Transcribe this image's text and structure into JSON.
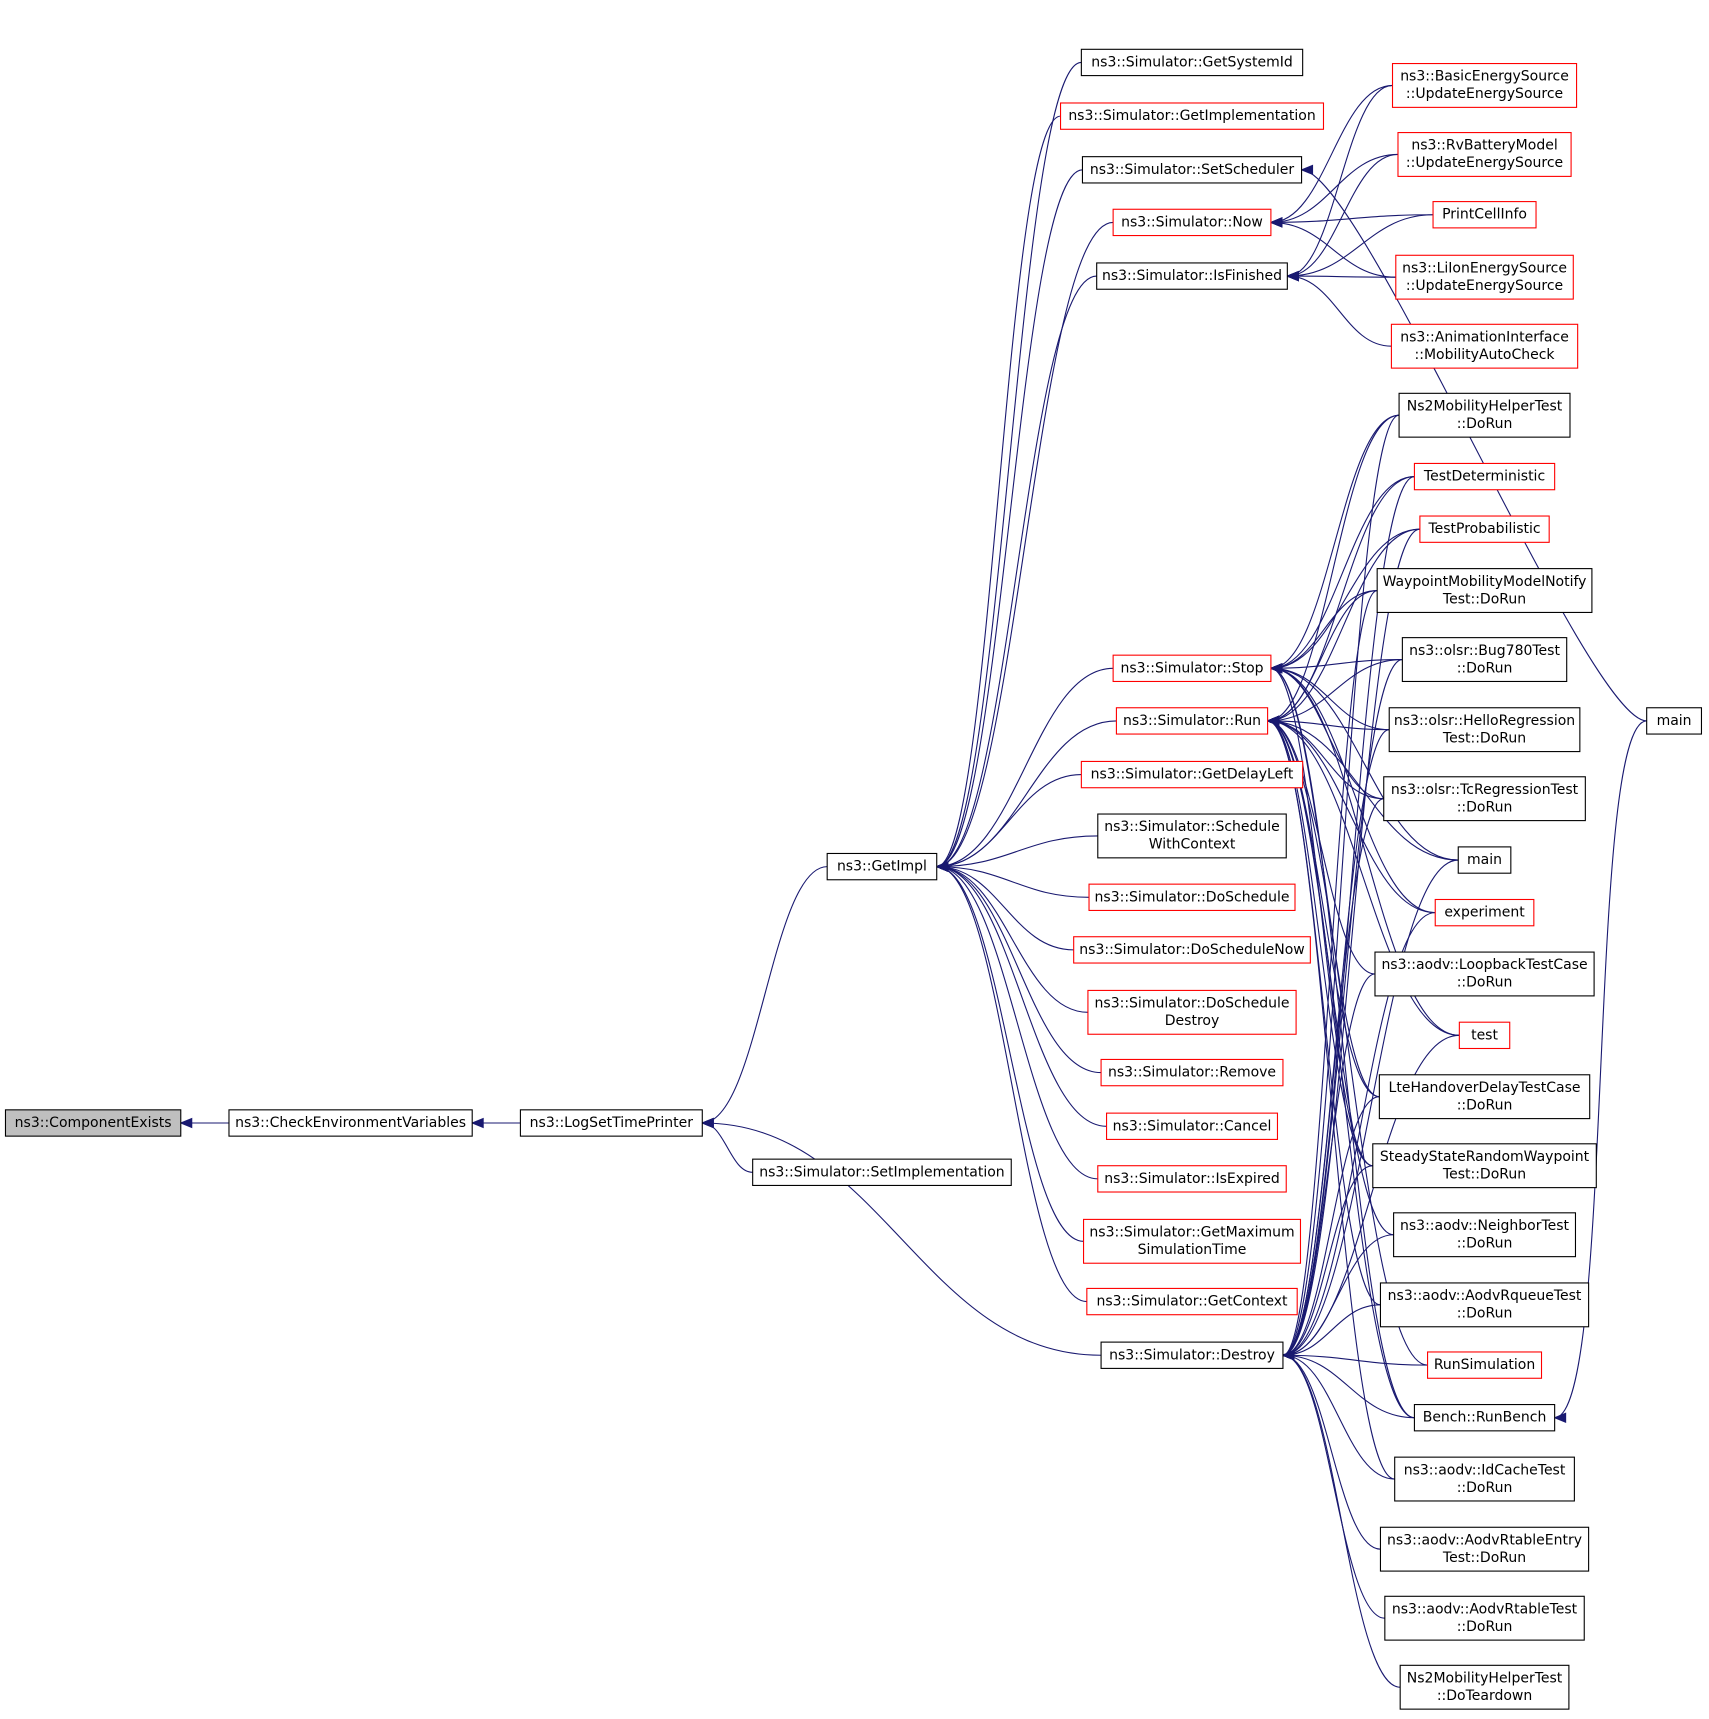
{
  "colors": {
    "edge": "#191970",
    "node_border_normal": "#000000",
    "node_border_highlight": "#ff0000",
    "root_fill": "#bfbfbf",
    "node_fill": "#ffffff"
  },
  "nodes": [
    {
      "id": "componentExists",
      "lines": [
        "ns3::ComponentExists"
      ],
      "style": "root"
    },
    {
      "id": "checkEnv",
      "lines": [
        "ns3::CheckEnvironmentVariables"
      ],
      "style": "normal"
    },
    {
      "id": "logSet",
      "lines": [
        "ns3::LogSetTimePrinter"
      ],
      "style": "normal"
    },
    {
      "id": "getImpl",
      "lines": [
        "ns3::GetImpl"
      ],
      "style": "normal"
    },
    {
      "id": "setImpl",
      "lines": [
        "ns3::Simulator::SetImplementation"
      ],
      "style": "normal"
    },
    {
      "id": "getSystemId",
      "lines": [
        "ns3::Simulator::GetSystemId"
      ],
      "style": "normal"
    },
    {
      "id": "getImplementation",
      "lines": [
        "ns3::Simulator::GetImplementation"
      ],
      "style": "red"
    },
    {
      "id": "setScheduler",
      "lines": [
        "ns3::Simulator::SetScheduler"
      ],
      "style": "normal"
    },
    {
      "id": "now",
      "lines": [
        "ns3::Simulator::Now"
      ],
      "style": "red"
    },
    {
      "id": "isFinished",
      "lines": [
        "ns3::Simulator::IsFinished"
      ],
      "style": "normal"
    },
    {
      "id": "stop",
      "lines": [
        "ns3::Simulator::Stop"
      ],
      "style": "red"
    },
    {
      "id": "run",
      "lines": [
        "ns3::Simulator::Run"
      ],
      "style": "red"
    },
    {
      "id": "getDelayLeft",
      "lines": [
        "ns3::Simulator::GetDelayLeft"
      ],
      "style": "red"
    },
    {
      "id": "scheduleWithContext",
      "lines": [
        "ns3::Simulator::Schedule",
        "WithContext"
      ],
      "style": "normal"
    },
    {
      "id": "doSchedule",
      "lines": [
        "ns3::Simulator::DoSchedule"
      ],
      "style": "red"
    },
    {
      "id": "doScheduleNow",
      "lines": [
        "ns3::Simulator::DoScheduleNow"
      ],
      "style": "red"
    },
    {
      "id": "doScheduleDestroy",
      "lines": [
        "ns3::Simulator::DoSchedule",
        "Destroy"
      ],
      "style": "red"
    },
    {
      "id": "remove",
      "lines": [
        "ns3::Simulator::Remove"
      ],
      "style": "red"
    },
    {
      "id": "cancel",
      "lines": [
        "ns3::Simulator::Cancel"
      ],
      "style": "red"
    },
    {
      "id": "isExpired",
      "lines": [
        "ns3::Simulator::IsExpired"
      ],
      "style": "red"
    },
    {
      "id": "getMaxSimTime",
      "lines": [
        "ns3::Simulator::GetMaximum",
        "SimulationTime"
      ],
      "style": "red"
    },
    {
      "id": "getContext",
      "lines": [
        "ns3::Simulator::GetContext"
      ],
      "style": "red"
    },
    {
      "id": "destroy",
      "lines": [
        "ns3::Simulator::Destroy"
      ],
      "style": "normal"
    },
    {
      "id": "basicEnergy",
      "lines": [
        "ns3::BasicEnergySource",
        "::UpdateEnergySource"
      ],
      "style": "red"
    },
    {
      "id": "rvBattery",
      "lines": [
        "ns3::RvBatteryModel",
        "::UpdateEnergySource"
      ],
      "style": "red"
    },
    {
      "id": "printCellInfo",
      "lines": [
        "PrintCellInfo"
      ],
      "style": "red"
    },
    {
      "id": "liIon",
      "lines": [
        "ns3::LiIonEnergySource",
        "::UpdateEnergySource"
      ],
      "style": "red"
    },
    {
      "id": "animMobility",
      "lines": [
        "ns3::AnimationInterface",
        "::MobilityAutoCheck"
      ],
      "style": "red"
    },
    {
      "id": "ns2MobDoRun",
      "lines": [
        "Ns2MobilityHelperTest",
        "::DoRun"
      ],
      "style": "normal"
    },
    {
      "id": "testDet",
      "lines": [
        "TestDeterministic"
      ],
      "style": "red"
    },
    {
      "id": "testProb",
      "lines": [
        "TestProbabilistic"
      ],
      "style": "red"
    },
    {
      "id": "waypointNotify",
      "lines": [
        "WaypointMobilityModelNotify",
        "Test::DoRun"
      ],
      "style": "normal"
    },
    {
      "id": "bug780",
      "lines": [
        "ns3::olsr::Bug780Test",
        "::DoRun"
      ],
      "style": "normal"
    },
    {
      "id": "helloReg",
      "lines": [
        "ns3::olsr::HelloRegression",
        "Test::DoRun"
      ],
      "style": "normal"
    },
    {
      "id": "tcReg",
      "lines": [
        "ns3::olsr::TcRegressionTest",
        "::DoRun"
      ],
      "style": "normal"
    },
    {
      "id": "main1",
      "lines": [
        "main"
      ],
      "style": "normal"
    },
    {
      "id": "experiment",
      "lines": [
        "experiment"
      ],
      "style": "red"
    },
    {
      "id": "loopback",
      "lines": [
        "ns3::aodv::LoopbackTestCase",
        "::DoRun"
      ],
      "style": "normal"
    },
    {
      "id": "test",
      "lines": [
        "test"
      ],
      "style": "red"
    },
    {
      "id": "lteHandover",
      "lines": [
        "LteHandoverDelayTestCase",
        "::DoRun"
      ],
      "style": "normal"
    },
    {
      "id": "steadyState",
      "lines": [
        "SteadyStateRandomWaypoint",
        "Test::DoRun"
      ],
      "style": "normal"
    },
    {
      "id": "neighborTest",
      "lines": [
        "ns3::aodv::NeighborTest",
        "::DoRun"
      ],
      "style": "normal"
    },
    {
      "id": "rqueueTest",
      "lines": [
        "ns3::aodv::AodvRqueueTest",
        "::DoRun"
      ],
      "style": "normal"
    },
    {
      "id": "runSimulation",
      "lines": [
        "RunSimulation"
      ],
      "style": "red"
    },
    {
      "id": "benchRun",
      "lines": [
        "Bench::RunBench"
      ],
      "style": "normal"
    },
    {
      "id": "idCache",
      "lines": [
        "ns3::aodv::IdCacheTest",
        "::DoRun"
      ],
      "style": "normal"
    },
    {
      "id": "rtableEntry",
      "lines": [
        "ns3::aodv::AodvRtableEntry",
        "Test::DoRun"
      ],
      "style": "normal"
    },
    {
      "id": "rtableTest",
      "lines": [
        "ns3::aodv::AodvRtableTest",
        "::DoRun"
      ],
      "style": "normal"
    },
    {
      "id": "ns2MobTeardown",
      "lines": [
        "Ns2MobilityHelperTest",
        "::DoTeardown"
      ],
      "style": "normal"
    },
    {
      "id": "main2",
      "lines": [
        "main"
      ],
      "style": "normal"
    }
  ],
  "edges": [
    [
      "componentExists",
      "checkEnv"
    ],
    [
      "checkEnv",
      "logSet"
    ],
    [
      "logSet",
      "getImpl"
    ],
    [
      "logSet",
      "setImpl"
    ],
    [
      "logSet",
      "destroy"
    ],
    [
      "getImpl",
      "getSystemId"
    ],
    [
      "getImpl",
      "getImplementation"
    ],
    [
      "getImpl",
      "setScheduler"
    ],
    [
      "getImpl",
      "now"
    ],
    [
      "getImpl",
      "isFinished"
    ],
    [
      "getImpl",
      "stop"
    ],
    [
      "getImpl",
      "run"
    ],
    [
      "getImpl",
      "getDelayLeft"
    ],
    [
      "getImpl",
      "scheduleWithContext"
    ],
    [
      "getImpl",
      "doSchedule"
    ],
    [
      "getImpl",
      "doScheduleNow"
    ],
    [
      "getImpl",
      "doScheduleDestroy"
    ],
    [
      "getImpl",
      "remove"
    ],
    [
      "getImpl",
      "cancel"
    ],
    [
      "getImpl",
      "isExpired"
    ],
    [
      "getImpl",
      "getMaxSimTime"
    ],
    [
      "getImpl",
      "getContext"
    ],
    [
      "setScheduler",
      "main2"
    ],
    [
      "now",
      "basicEnergy"
    ],
    [
      "now",
      "rvBattery"
    ],
    [
      "now",
      "printCellInfo"
    ],
    [
      "now",
      "liIon"
    ],
    [
      "isFinished",
      "basicEnergy"
    ],
    [
      "isFinished",
      "rvBattery"
    ],
    [
      "isFinished",
      "printCellInfo"
    ],
    [
      "isFinished",
      "liIon"
    ],
    [
      "isFinished",
      "animMobility"
    ],
    [
      "stop",
      "ns2MobDoRun"
    ],
    [
      "stop",
      "testDet"
    ],
    [
      "stop",
      "testProb"
    ],
    [
      "stop",
      "waypointNotify"
    ],
    [
      "stop",
      "bug780"
    ],
    [
      "stop",
      "helloReg"
    ],
    [
      "stop",
      "tcReg"
    ],
    [
      "stop",
      "main1"
    ],
    [
      "stop",
      "experiment"
    ],
    [
      "stop",
      "test"
    ],
    [
      "stop",
      "lteHandover"
    ],
    [
      "stop",
      "steadyState"
    ],
    [
      "stop",
      "benchRun"
    ],
    [
      "run",
      "ns2MobDoRun"
    ],
    [
      "run",
      "testDet"
    ],
    [
      "run",
      "testProb"
    ],
    [
      "run",
      "waypointNotify"
    ],
    [
      "run",
      "bug780"
    ],
    [
      "run",
      "helloReg"
    ],
    [
      "run",
      "tcReg"
    ],
    [
      "run",
      "main1"
    ],
    [
      "run",
      "experiment"
    ],
    [
      "run",
      "loopback"
    ],
    [
      "run",
      "test"
    ],
    [
      "run",
      "lteHandover"
    ],
    [
      "run",
      "steadyState"
    ],
    [
      "run",
      "neighborTest"
    ],
    [
      "run",
      "rqueueTest"
    ],
    [
      "run",
      "runSimulation"
    ],
    [
      "run",
      "benchRun"
    ],
    [
      "run",
      "idCache"
    ],
    [
      "destroy",
      "ns2MobDoRun"
    ],
    [
      "destroy",
      "testDet"
    ],
    [
      "destroy",
      "testProb"
    ],
    [
      "destroy",
      "waypointNotify"
    ],
    [
      "destroy",
      "bug780"
    ],
    [
      "destroy",
      "helloReg"
    ],
    [
      "destroy",
      "tcReg"
    ],
    [
      "destroy",
      "main1"
    ],
    [
      "destroy",
      "experiment"
    ],
    [
      "destroy",
      "loopback"
    ],
    [
      "destroy",
      "test"
    ],
    [
      "destroy",
      "lteHandover"
    ],
    [
      "destroy",
      "steadyState"
    ],
    [
      "destroy",
      "neighborTest"
    ],
    [
      "destroy",
      "rqueueTest"
    ],
    [
      "destroy",
      "runSimulation"
    ],
    [
      "destroy",
      "benchRun"
    ],
    [
      "destroy",
      "idCache"
    ],
    [
      "destroy",
      "rtableEntry"
    ],
    [
      "destroy",
      "rtableTest"
    ],
    [
      "destroy",
      "ns2MobTeardown"
    ],
    [
      "benchRun",
      "main2"
    ]
  ]
}
